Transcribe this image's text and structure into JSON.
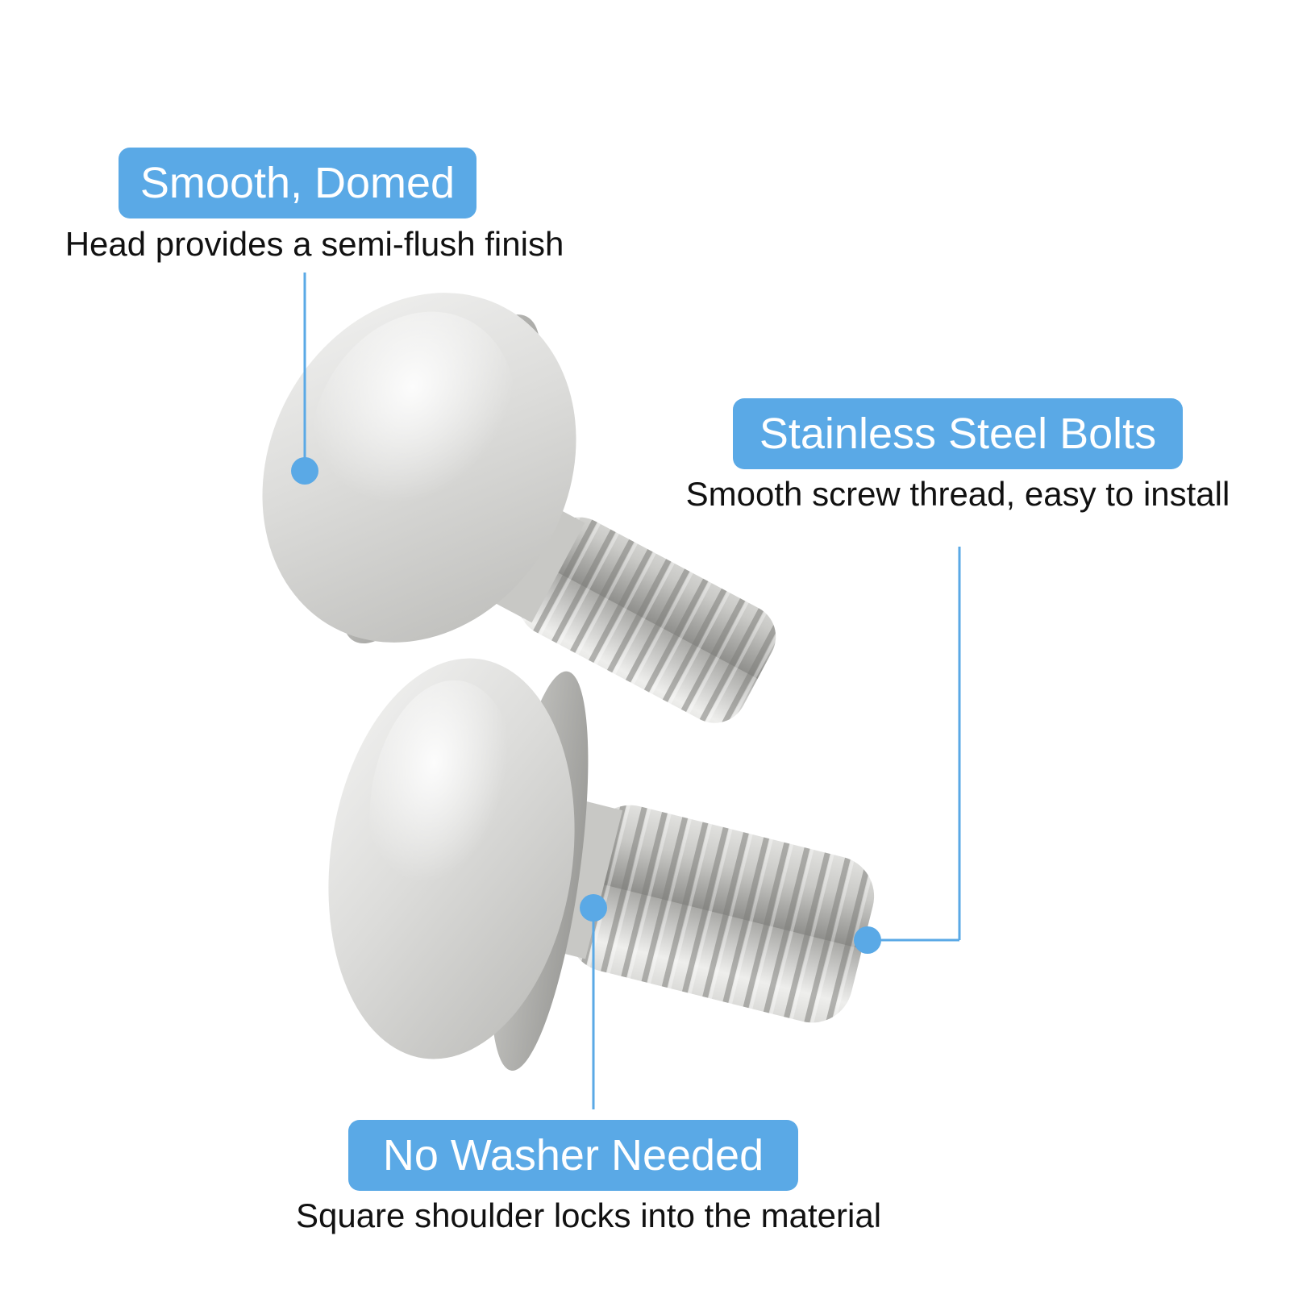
{
  "accent_color": "#5aa9e6",
  "callouts": {
    "domed": {
      "title": "Smooth, Domed",
      "caption": "Head provides a semi-flush finish"
    },
    "steel": {
      "title": "Stainless Steel Bolts",
      "caption": "Smooth screw thread, easy to install"
    },
    "washer": {
      "title": "No Washer Needed",
      "caption": "Square shoulder locks into the material"
    }
  }
}
